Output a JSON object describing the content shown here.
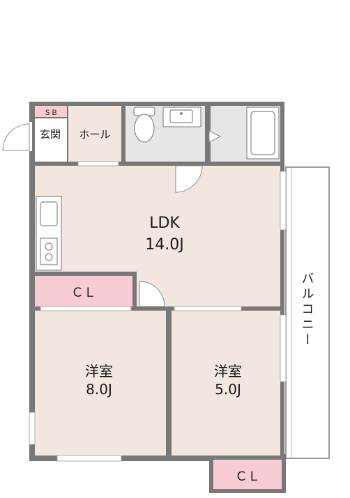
{
  "colors": {
    "wall": "#787878",
    "room_floor": "#f2e6df",
    "wet_area": "#e6e6e6",
    "closet": "#f8ccd5",
    "entrance": "#ffffff",
    "balcony": "#ffffff",
    "fixture_stroke": "#888888",
    "text": "#1a1a1a"
  },
  "rooms": {
    "shoe_box": {
      "label": "ＳＢ"
    },
    "genkan": {
      "label": "玄関"
    },
    "hall": {
      "label": "ホール"
    },
    "ldk": {
      "name": "LDK",
      "size": "14.0J"
    },
    "closet_left": {
      "label": "ＣＬ"
    },
    "bedroom_left": {
      "name": "洋室",
      "size": "8.0J"
    },
    "bedroom_right": {
      "name": "洋室",
      "size": "5.0J"
    },
    "closet_bottom": {
      "label": "ＣＬ"
    },
    "balcony": {
      "label": "バルコニー"
    }
  },
  "fixtures": [
    "toilet-icon",
    "washbasin-icon",
    "bathtub-icon",
    "kitchen-sink-icon",
    "stove-icon"
  ]
}
